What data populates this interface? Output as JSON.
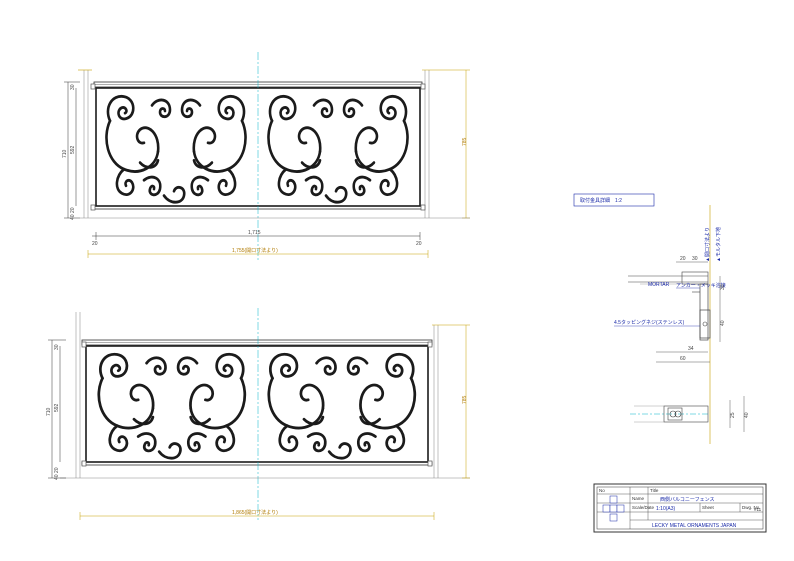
{
  "elevation_top": {
    "dim_width_inner": "1,715",
    "dim_width_total": "1,755(開口寸法より)",
    "dim_side_left": "20",
    "dim_side_right": "20",
    "dim_height_total": "710",
    "dim_height_panel": "592",
    "dim_height_right": "785",
    "dim_small_top": "30",
    "dim_small_bottom": "40 20"
  },
  "elevation_bottom": {
    "dim_width_total": "1,865(開口寸法より)",
    "dim_height_total": "710",
    "dim_height_panel": "592",
    "dim_height_right": "785",
    "dim_small_top": "30",
    "dim_small_bottom": "40 20"
  },
  "detail": {
    "title": "取付金具詳細　1:2",
    "label_mortar": "MORTAR",
    "label_anchor": "アンカー・メッキ溶接",
    "label_tapping": "4.5タッピングネジ(ステンレス)",
    "label_vertical_1": "▲開口寸法より",
    "label_vertical_2": "▲モルタル下地",
    "dim_20": "20",
    "dim_30": "30",
    "dim_40": "40",
    "dim_34": "34",
    "dim_60": "60",
    "dim_25": "25"
  },
  "title_block": {
    "project": "西側バルコニーフェンス",
    "scale": "1:10(A3)",
    "company": "LECKY METAL ORNAMENTS JAPAN",
    "label_no": "No",
    "label_title": "Title",
    "label_name": "Name",
    "label_scale": "Scale/Date",
    "label_sheet": "Sheet",
    "label_dwg": "Dwg. No.",
    "sheet_no": "#11"
  }
}
